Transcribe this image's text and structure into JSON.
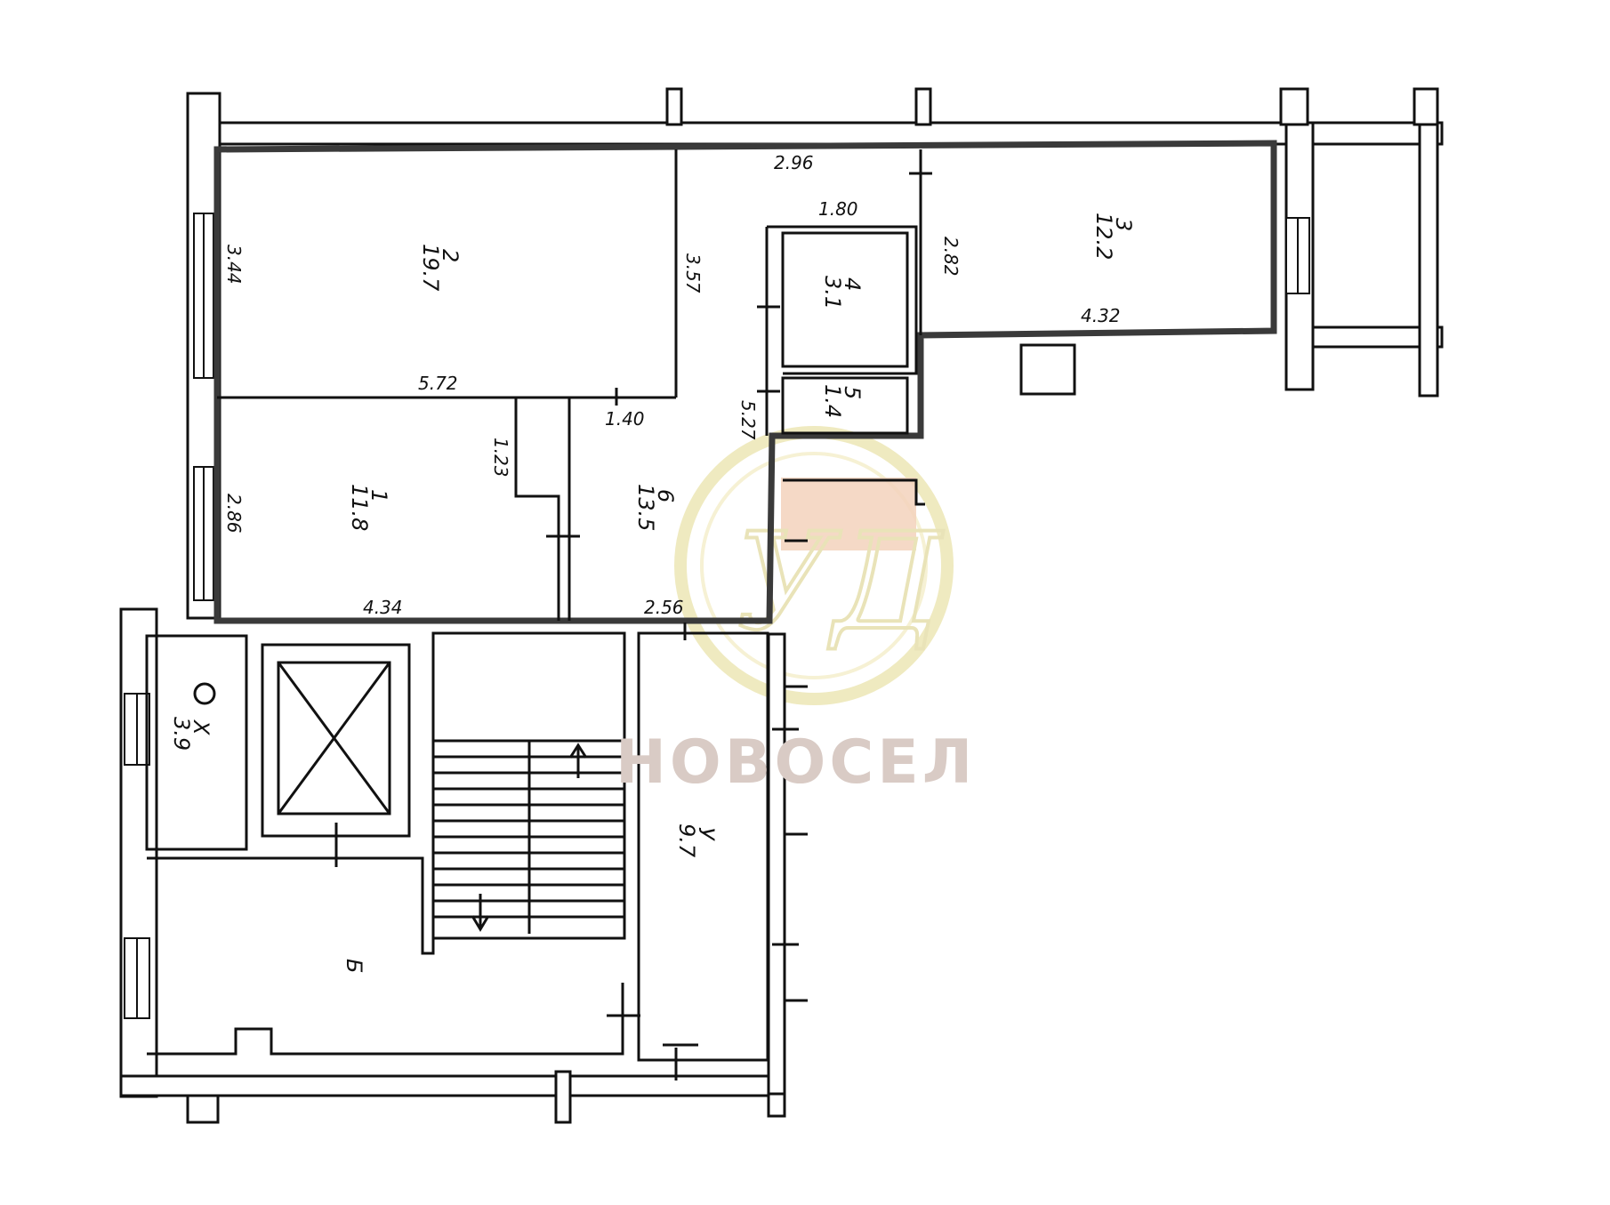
{
  "watermark": {
    "brand_text": "НОВОСЕЛ",
    "monogram": "УД",
    "ring_color": "#efeac0",
    "accent_color": "#f3d2bc"
  },
  "dimensions": {
    "d_296": "2.96",
    "d_180": "1.80",
    "d_282": "2.82",
    "d_344": "3.44",
    "d_357": "3.57",
    "d_572": "5.72",
    "d_432": "4.32",
    "d_140": "1.40",
    "d_123": "1.23",
    "d_527": "5.27",
    "d_286": "2.86",
    "d_434": "4.34",
    "d_256": "2.56"
  },
  "rooms": [
    {
      "number": "1",
      "area": "11.8"
    },
    {
      "number": "2",
      "area": "19.7"
    },
    {
      "number": "3",
      "area": "12.2"
    },
    {
      "number": "4",
      "area": "3.1"
    },
    {
      "number": "5",
      "area": "1.4"
    },
    {
      "number": "6",
      "area": "13.5"
    }
  ],
  "common_areas": [
    {
      "code": "Х",
      "area": "3.9"
    },
    {
      "code": "У",
      "area": "9.7"
    },
    {
      "code": "Б",
      "area": ""
    }
  ]
}
